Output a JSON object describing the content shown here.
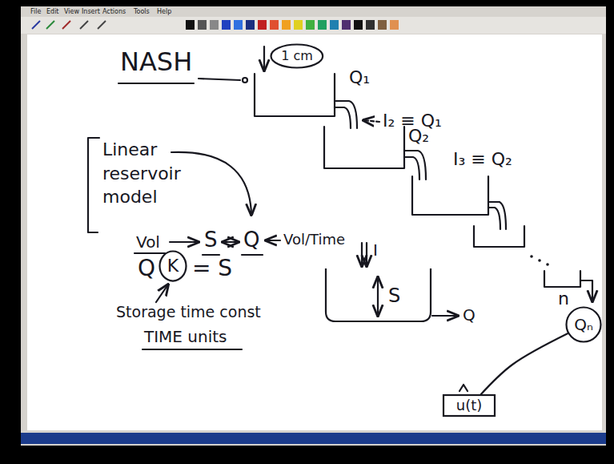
{
  "diagram": {
    "nodes": [
      {
        "text": [
          "1 cm"
        ]
      },
      {
        "text": [
          "K"
        ]
      },
      {
        "text": [
          "S"
        ]
      },
      {
        "text": [
          "Qₙ"
        ]
      },
      {
        "text": [
          "u(t)"
        ]
      }
    ],
    "edges": [
      {
        "from": 3,
        "to": 4,
        "arrow": "none"
      }
    ],
    "labels": [
      "File",
      "Edit",
      "View",
      "Insert",
      "Actions",
      "Tools",
      "Help",
      "NASH",
      "Q₁",
      "I₂ ≡ Q₁",
      "Q₂",
      "I₃ ≡ Q₂",
      "n",
      "Linear reservoir model",
      "Vol",
      "S",
      "Q",
      "Vol/Time",
      "Q",
      "= S",
      "Storage time const",
      "TIME units",
      "I",
      "Q"
    ]
  }
}
